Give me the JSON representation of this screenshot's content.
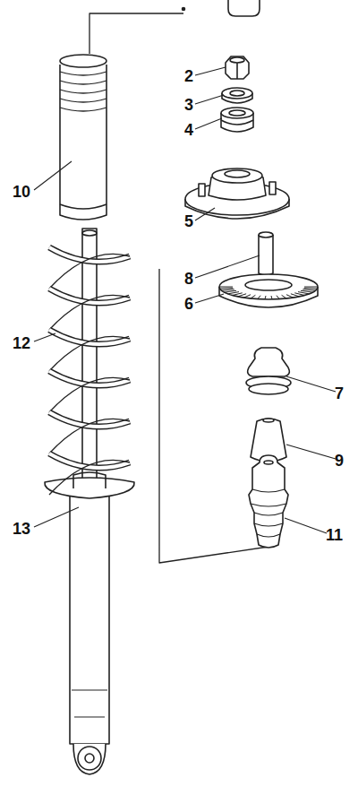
{
  "diagram": {
    "labels": [
      "2",
      "3",
      "4",
      "10",
      "5",
      "8",
      "6",
      "12",
      "7",
      "9",
      "13",
      "11"
    ]
  }
}
